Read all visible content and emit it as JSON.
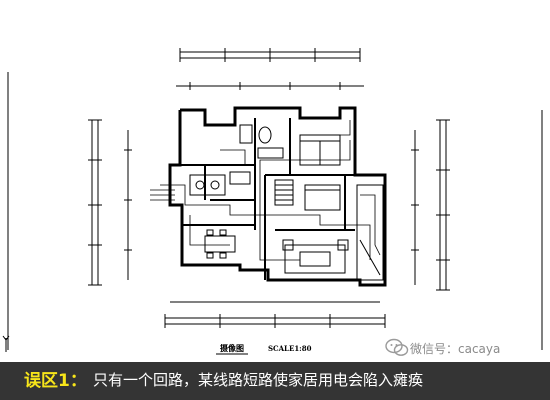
{
  "drawing": {
    "title": "摄像图",
    "scale": "SCALE1:80",
    "axis_mark": "Y"
  },
  "caption": {
    "label": "误区1：",
    "text": "只有一个回路，某线路短路使家居用电会陷入瘫痪"
  },
  "watermark": {
    "text": "微信号：cacaya",
    "icon": "wechat-icon"
  },
  "colors": {
    "caption_bar": "#232323",
    "label": "#f7e51a",
    "line": "#000000"
  }
}
